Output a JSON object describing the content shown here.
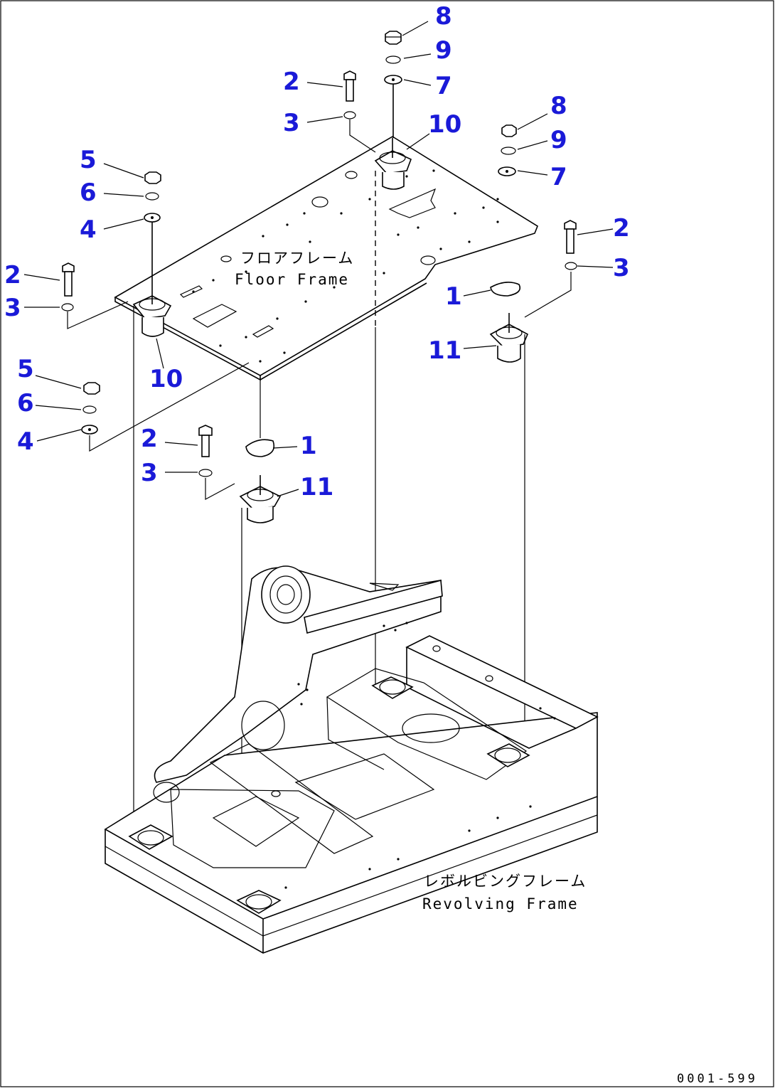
{
  "figure_code": "0001-599",
  "labels": {
    "floor_frame_jp": "フロアフレーム",
    "floor_frame_en": "Floor Frame",
    "revolving_frame_jp": "レボルビングフレーム",
    "revolving_frame_en": "Revolving Frame"
  },
  "callouts": [
    {
      "id": "c8a",
      "text": "8"
    },
    {
      "id": "c9a",
      "text": "9"
    },
    {
      "id": "c7a",
      "text": "7"
    },
    {
      "id": "c2a",
      "text": "2"
    },
    {
      "id": "c3a",
      "text": "3"
    },
    {
      "id": "c10a",
      "text": "10"
    },
    {
      "id": "c8b",
      "text": "8"
    },
    {
      "id": "c9b",
      "text": "9"
    },
    {
      "id": "c7b",
      "text": "7"
    },
    {
      "id": "c5a",
      "text": "5"
    },
    {
      "id": "c6a",
      "text": "6"
    },
    {
      "id": "c4a",
      "text": "4"
    },
    {
      "id": "c2b",
      "text": "2"
    },
    {
      "id": "c3b",
      "text": "3"
    },
    {
      "id": "c2c",
      "text": "2"
    },
    {
      "id": "c3c",
      "text": "3"
    },
    {
      "id": "c1a",
      "text": "1"
    },
    {
      "id": "c11a",
      "text": "11"
    },
    {
      "id": "c10b",
      "text": "10"
    },
    {
      "id": "c5b",
      "text": "5"
    },
    {
      "id": "c6b",
      "text": "6"
    },
    {
      "id": "c4b",
      "text": "4"
    },
    {
      "id": "c2d",
      "text": "2"
    },
    {
      "id": "c1b",
      "text": "1"
    },
    {
      "id": "c3d",
      "text": "3"
    },
    {
      "id": "c11b",
      "text": "11"
    }
  ]
}
